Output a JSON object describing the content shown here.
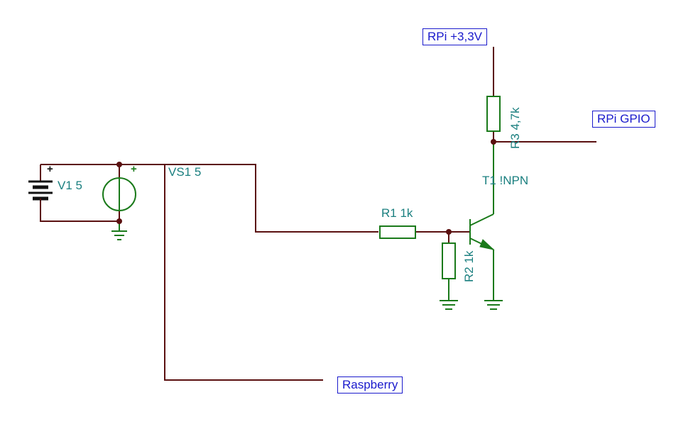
{
  "net_labels": {
    "supply": "RPi +3,3V",
    "gpio": "RPi GPIO",
    "raspberry": "Raspberry"
  },
  "components": {
    "v1": {
      "label": "V1 5",
      "polarity": "+"
    },
    "vs1": {
      "label": "VS1 5",
      "polarity": "+"
    },
    "r1": {
      "label": "R1 1k"
    },
    "r2": {
      "label": "R2 1k"
    },
    "r3": {
      "label": "R3 4,7k"
    },
    "t1": {
      "label": "T1 !NPN"
    }
  },
  "colors": {
    "wire": "#5a1010",
    "component": "#1a7a1a",
    "label_text": "#1a7f7f",
    "net_label": "#1a1acc"
  }
}
